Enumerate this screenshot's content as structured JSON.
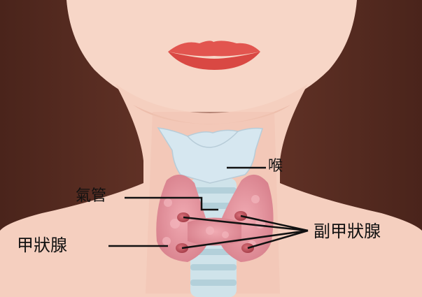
{
  "labels": {
    "larynx": "喉",
    "trachea": "氣管",
    "thyroid": "甲狀腺",
    "parathyroid": "副甲狀腺"
  },
  "colors": {
    "background_hair": "#5a2e22",
    "skin": "#f5cfbf",
    "skin_shadow": "#e7b3a0",
    "lips": "#e2554f",
    "larynx_cartilage": "#d6e7f0",
    "thyroid_tissue": "#e79aa3",
    "parathyroid_gland": "#c4545e",
    "trachea_rings": "#cfe3ea",
    "leader_line": "#111111"
  }
}
